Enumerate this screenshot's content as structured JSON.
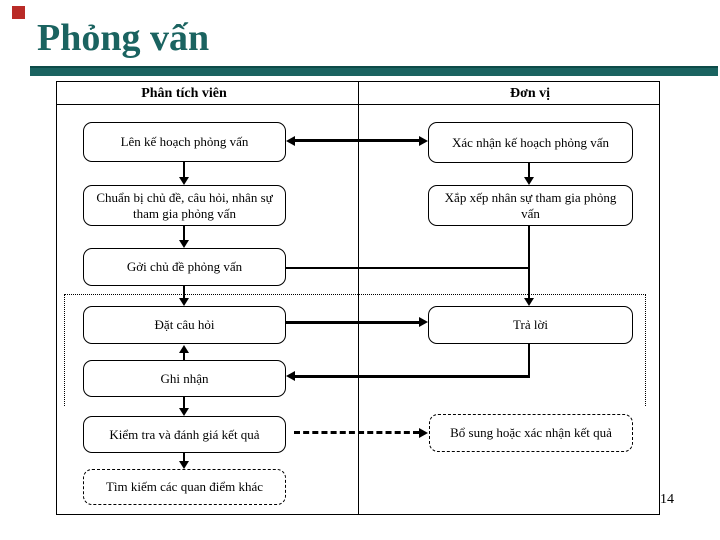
{
  "slide": {
    "title": "Phỏng vấn",
    "page_number": "14",
    "accent_color": "#1a6360",
    "bullet_color": "#b92b27"
  },
  "diagram": {
    "left_column_header": "Phân tích viên",
    "right_column_header": "Đơn vị",
    "left_boxes": [
      {
        "label": "Lên kế hoạch phỏng vấn",
        "style": "solid"
      },
      {
        "label": "Chuẩn bị chủ đề, câu hỏi, nhân sự tham gia phỏng vấn",
        "style": "solid"
      },
      {
        "label": "Gởi chủ đề phỏng vấn",
        "style": "solid"
      },
      {
        "label": "Đặt câu hỏi",
        "style": "solid"
      },
      {
        "label": "Ghi nhận",
        "style": "solid"
      },
      {
        "label": "Kiểm tra và đánh giá kết quả",
        "style": "solid"
      },
      {
        "label": "Tìm kiếm các quan điểm khác",
        "style": "dashed"
      }
    ],
    "right_boxes": [
      {
        "label": "Xác nhận kế hoạch phỏng vấn",
        "style": "solid"
      },
      {
        "label": "Xắp xếp nhân sự tham gia phỏng vấn",
        "style": "solid"
      },
      {
        "label": "Trả lời",
        "style": "solid"
      },
      {
        "label": "Bổ sung hoặc xác nhận kết quả",
        "style": "dashed"
      }
    ]
  }
}
